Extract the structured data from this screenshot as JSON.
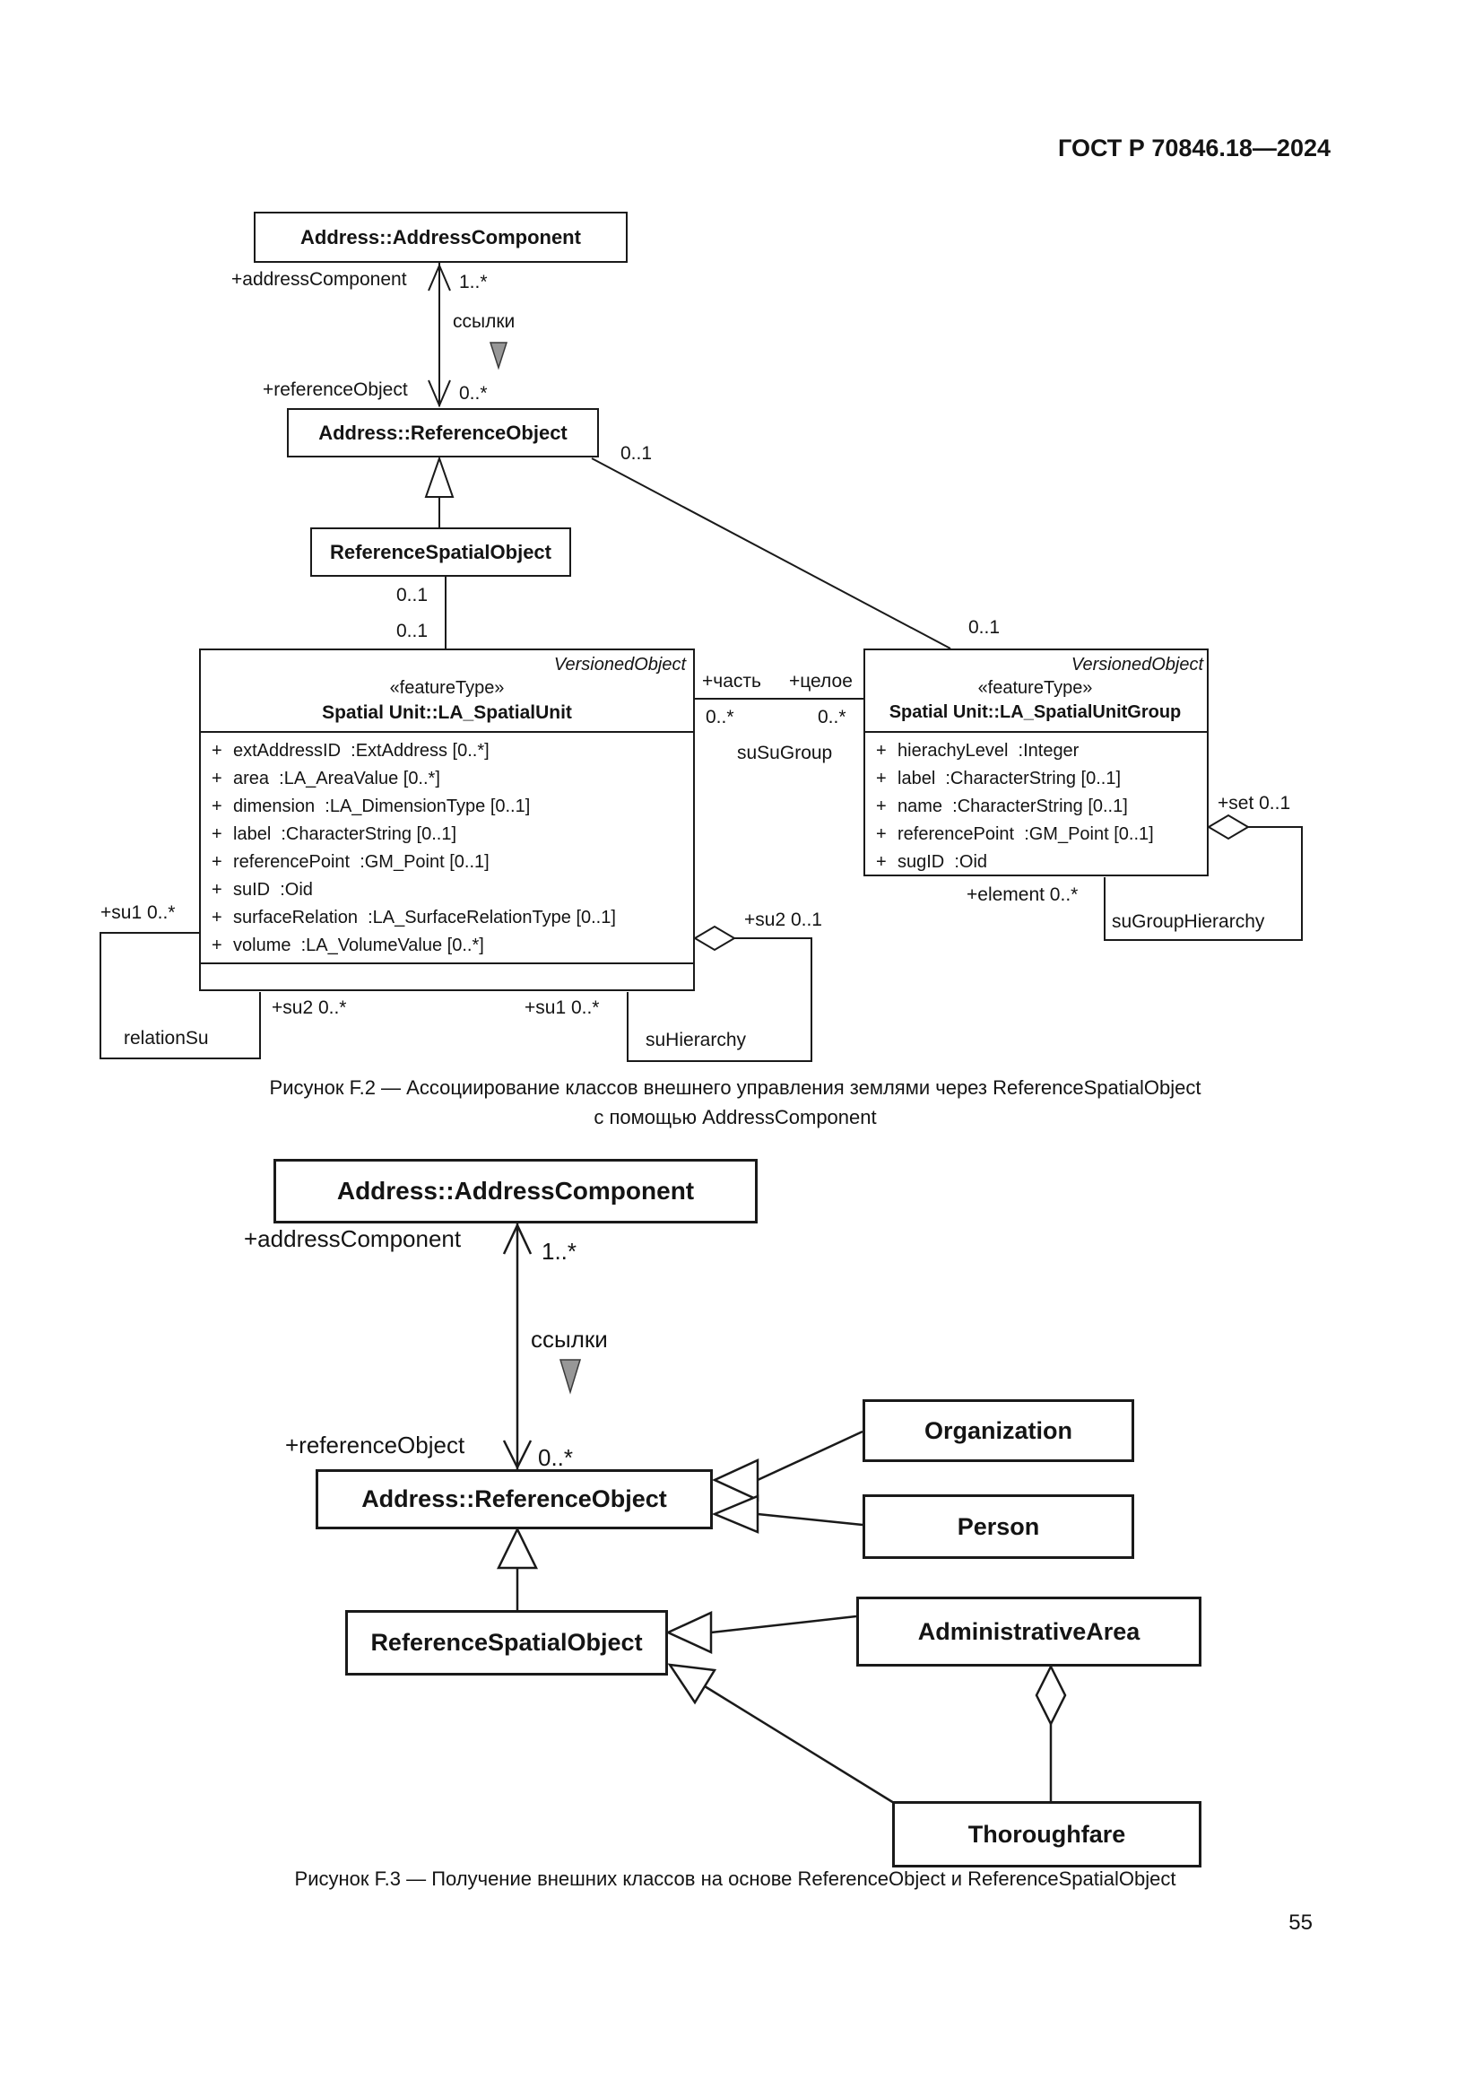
{
  "page": {
    "header": "ГОСТ Р 70846.18—2024",
    "page_number": "55"
  },
  "colors": {
    "ink": "#1a1a1a",
    "direction_triangle_fill": "#979797"
  },
  "f2": {
    "caption_line1": "Рисунок F.2 — Ассоциирование классов внешнего управления землями через ReferenceSpatialObject",
    "caption_line2": "с помощью AddressComponent",
    "address_component": {
      "title": "Address::AddressComponent"
    },
    "reference_object": {
      "title": "Address::ReferenceObject"
    },
    "reference_spatial_object": {
      "title": "ReferenceSpatialObject"
    },
    "la_spatial_unit": {
      "parent": "VersionedObject",
      "stereotype": "«featureType»",
      "title": "Spatial Unit::LA_SpatialUnit",
      "attributes": [
        {
          "vis": "+",
          "sig": "extAddressID  :ExtAddress [0..*]"
        },
        {
          "vis": "+",
          "sig": "area  :LA_AreaValue [0..*]"
        },
        {
          "vis": "+",
          "sig": "dimension  :LA_DimensionType [0..1]"
        },
        {
          "vis": "+",
          "sig": "label  :CharacterString [0..1]"
        },
        {
          "vis": "+",
          "sig": "referencePoint  :GM_Point [0..1]"
        },
        {
          "vis": "+",
          "sig": "suID  :Oid"
        },
        {
          "vis": "+",
          "sig": "surfaceRelation  :LA_SurfaceRelationType [0..1]"
        },
        {
          "vis": "+",
          "sig": "volume  :LA_VolumeValue [0..*]"
        }
      ]
    },
    "la_spatial_unit_group": {
      "parent": "VersionedObject",
      "stereotype": "«featureType»",
      "title": "Spatial Unit::LA_SpatialUnitGroup",
      "attributes": [
        {
          "vis": "+",
          "sig": "hierachyLevel  :Integer"
        },
        {
          "vis": "+",
          "sig": "label  :CharacterString [0..1]"
        },
        {
          "vis": "+",
          "sig": "name  :CharacterString [0..1]"
        },
        {
          "vis": "+",
          "sig": "referencePoint  :GM_Point [0..1]"
        },
        {
          "vis": "+",
          "sig": "sugID  :Oid"
        }
      ]
    },
    "labels": {
      "address_component_role": "+addressComponent",
      "address_component_mult": "1..*",
      "link_name": "ссылки",
      "reference_object_role": "+referenceObject",
      "reference_object_mult": "0..*",
      "diag_mult_start": "0..1",
      "diag_mult_end": "0..1",
      "rso_mult_top": "0..1",
      "rso_mult_bottom": "0..1",
      "part_role": "+часть",
      "whole_role": "+целое",
      "part_mult": "0..*",
      "whole_mult": "0..*",
      "su_su_group": "suSuGroup",
      "su1_top": "+su1 0..*",
      "relation_su": "relationSu",
      "su2_bottom": "+su2 0..*",
      "su1_bottom": "+su1 0..*",
      "su2_right": "+su2 0..1",
      "su_hierarchy": "suHierarchy",
      "set_mult": "+set 0..1",
      "element_mult": "+element 0..*",
      "su_group_hierarchy": "suGroupHierarchy"
    }
  },
  "f3": {
    "caption": "Рисунок F.3 — Получение внешних классов на основе ReferenceObject и ReferenceSpatialObject",
    "address_component": {
      "title": "Address::AddressComponent"
    },
    "reference_object": {
      "title": "Address::ReferenceObject"
    },
    "reference_spatial_object": {
      "title": "ReferenceSpatialObject"
    },
    "organization": {
      "title": "Organization"
    },
    "person": {
      "title": "Person"
    },
    "administrative_area": {
      "title": "AdministrativeArea"
    },
    "thoroughfare": {
      "title": "Thoroughfare"
    },
    "labels": {
      "address_component_role": "+addressComponent",
      "address_component_mult": "1..*",
      "link_name": "ссылки",
      "reference_object_role": "+referenceObject",
      "reference_object_mult": "0..*"
    }
  }
}
